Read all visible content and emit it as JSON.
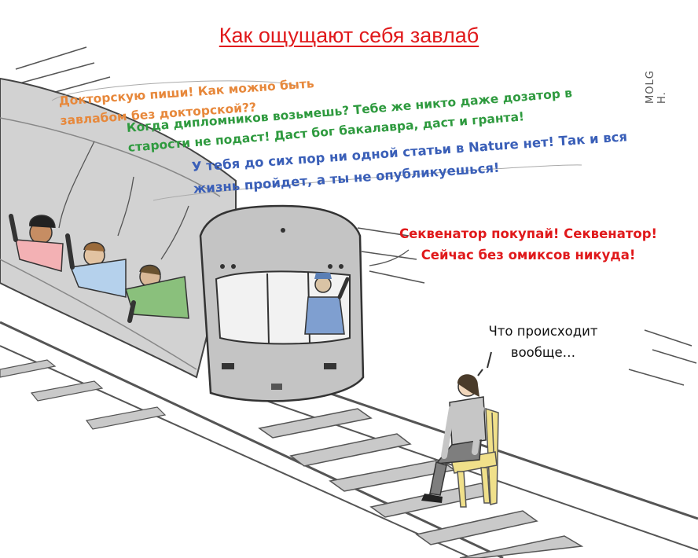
{
  "title": "Как ощущают себя завлаб",
  "signature": "MOLG H.",
  "speech": {
    "doctoral": {
      "line1": "Докторскую пиши! Как можно быть",
      "line2": "завлабом без докторской??",
      "color": "#e7883b"
    },
    "students": {
      "line1": "Когда дипломников возьмешь? Тебе же никто даже дозатор в",
      "line2": "старости не подаст! Даст бог бакалавра, даст и гранта!",
      "color": "#2e9a3e"
    },
    "nature": {
      "line1": "У тебя до сих пор ни одной статьи в Nature нет! Так и вся",
      "line2": "жизнь пройдет, а ты не опубликуешься!",
      "color": "#3a5fb8"
    },
    "sequencer": {
      "line1": "Секвенатор покупай! Секвенатор!",
      "line2": "Сейчас без омиксов никуда!",
      "color": "#e0191b"
    }
  },
  "thought": {
    "line1": "Что происходит",
    "line2": "вообще…"
  },
  "colors": {
    "title": "#e0191b",
    "train_body": "#c8c8c8",
    "track": "#6b6b6b",
    "chair": "#f0e08a"
  },
  "icons": [
    "train-illustration",
    "railway-track",
    "waving-passengers",
    "sitting-person",
    "wooden-chair"
  ]
}
